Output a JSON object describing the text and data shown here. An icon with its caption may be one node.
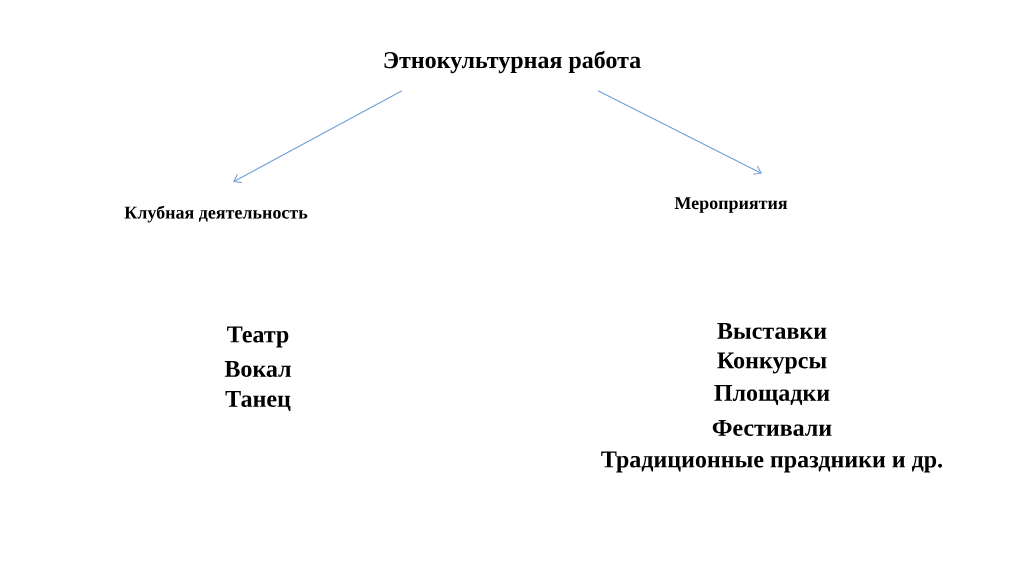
{
  "diagram": {
    "nodes": [
      {
        "text": [
          "Этнокультурная работа"
        ]
      },
      {
        "text": [
          "Клубная деятельность"
        ]
      },
      {
        "text": [
          "Мероприятия"
        ]
      }
    ],
    "edges": [
      {
        "from": 0,
        "to": 1,
        "arrow": "to"
      },
      {
        "from": 0,
        "to": 2,
        "arrow": "to"
      }
    ],
    "labels": [
      "Театр",
      "Вокал",
      "Танец",
      "Выставки",
      "Конкурсы",
      "Площадки",
      "Фестивали",
      "Традиционные праздники  и др."
    ]
  }
}
